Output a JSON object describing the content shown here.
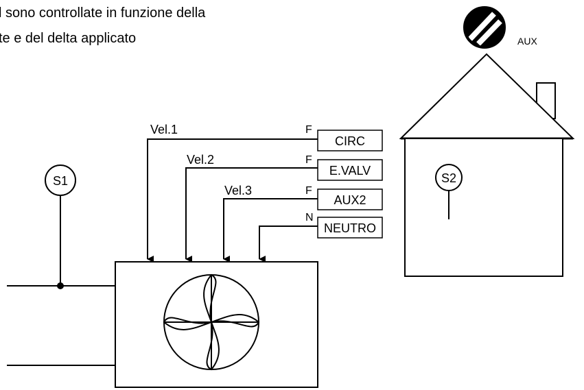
{
  "caption": {
    "line1": "l sono controllate in funzione della",
    "line2": "te e del delta applicato"
  },
  "aux_badge_label": "AUX",
  "sensors": {
    "s1": "S1",
    "s2": "S2"
  },
  "speeds": {
    "vel1": "Vel.1",
    "vel2": "Vel.2",
    "vel3": "Vel.3"
  },
  "terminals": [
    {
      "prefix": "F",
      "label": "CIRC"
    },
    {
      "prefix": "F",
      "label": "E.VALV"
    },
    {
      "prefix": "F",
      "label": "AUX2"
    },
    {
      "prefix": "N",
      "label": "NEUTRO"
    }
  ],
  "colors": {
    "stroke": "#000000",
    "background": "#ffffff"
  }
}
